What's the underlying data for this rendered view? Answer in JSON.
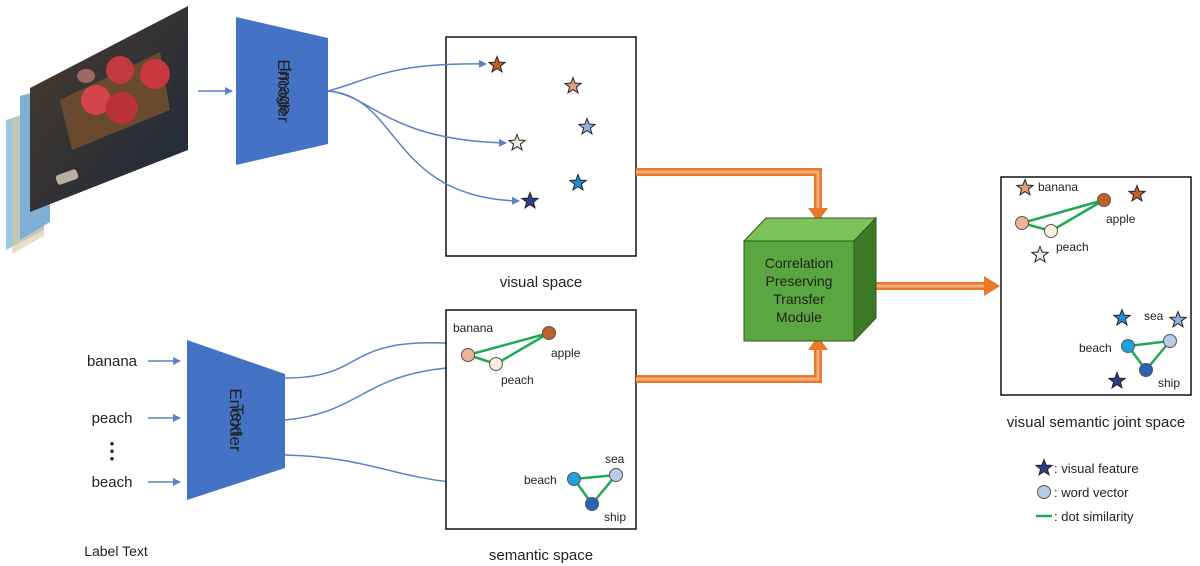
{
  "image_encoder": {
    "line1": "Image",
    "line2": "Encoder"
  },
  "text_encoder": {
    "line1": "Text",
    "line2": "Encoder"
  },
  "label_text": {
    "caption": "Label Text",
    "words": [
      "banana",
      "peach",
      "beach"
    ],
    "ellipsis": "⋮"
  },
  "visual_space": {
    "caption": "visual space",
    "stars": [
      {
        "name": "star-apple-visual",
        "color": "#c0612a"
      },
      {
        "name": "star-banana-visual",
        "color": "#e0a080"
      },
      {
        "name": "star-sea-visual",
        "color": "#8fb3e0"
      },
      {
        "name": "star-peach-visual",
        "color": "#f6ecdc"
      },
      {
        "name": "star-beach-visual",
        "color": "#1f8fd0"
      },
      {
        "name": "star-ship-visual",
        "color": "#2c3f8c"
      }
    ]
  },
  "semantic_space": {
    "caption": "semantic space",
    "labels": {
      "banana": "banana",
      "apple": "apple",
      "peach": "peach",
      "beach": "beach",
      "sea": "sea",
      "ship": "ship"
    }
  },
  "module": {
    "line1": "Correlation",
    "line2": "Preserving",
    "line3": "Transfer",
    "line4": "Module",
    "color": "#5aa640"
  },
  "joint_space": {
    "caption": "visual semantic joint space",
    "labels": {
      "banana": "banana",
      "apple": "apple",
      "peach": "peach",
      "beach": "beach",
      "sea": "sea",
      "ship": "ship"
    }
  },
  "legend": {
    "visual_feature": ": visual feature",
    "word_vector": ": word vector",
    "dot_similarity": ": dot similarity"
  },
  "colors": {
    "encoder": "#4472c4",
    "arrow_blue": "#5a82c4",
    "arrow_orange": "#e8782a",
    "similarity_line": "#22a855",
    "apple": "#c0612a",
    "banana": "#eeb498",
    "peach": "#f8ecdc",
    "beach": "#1fa0e0",
    "sea": "#b8cce8",
    "ship": "#2e62b0"
  }
}
